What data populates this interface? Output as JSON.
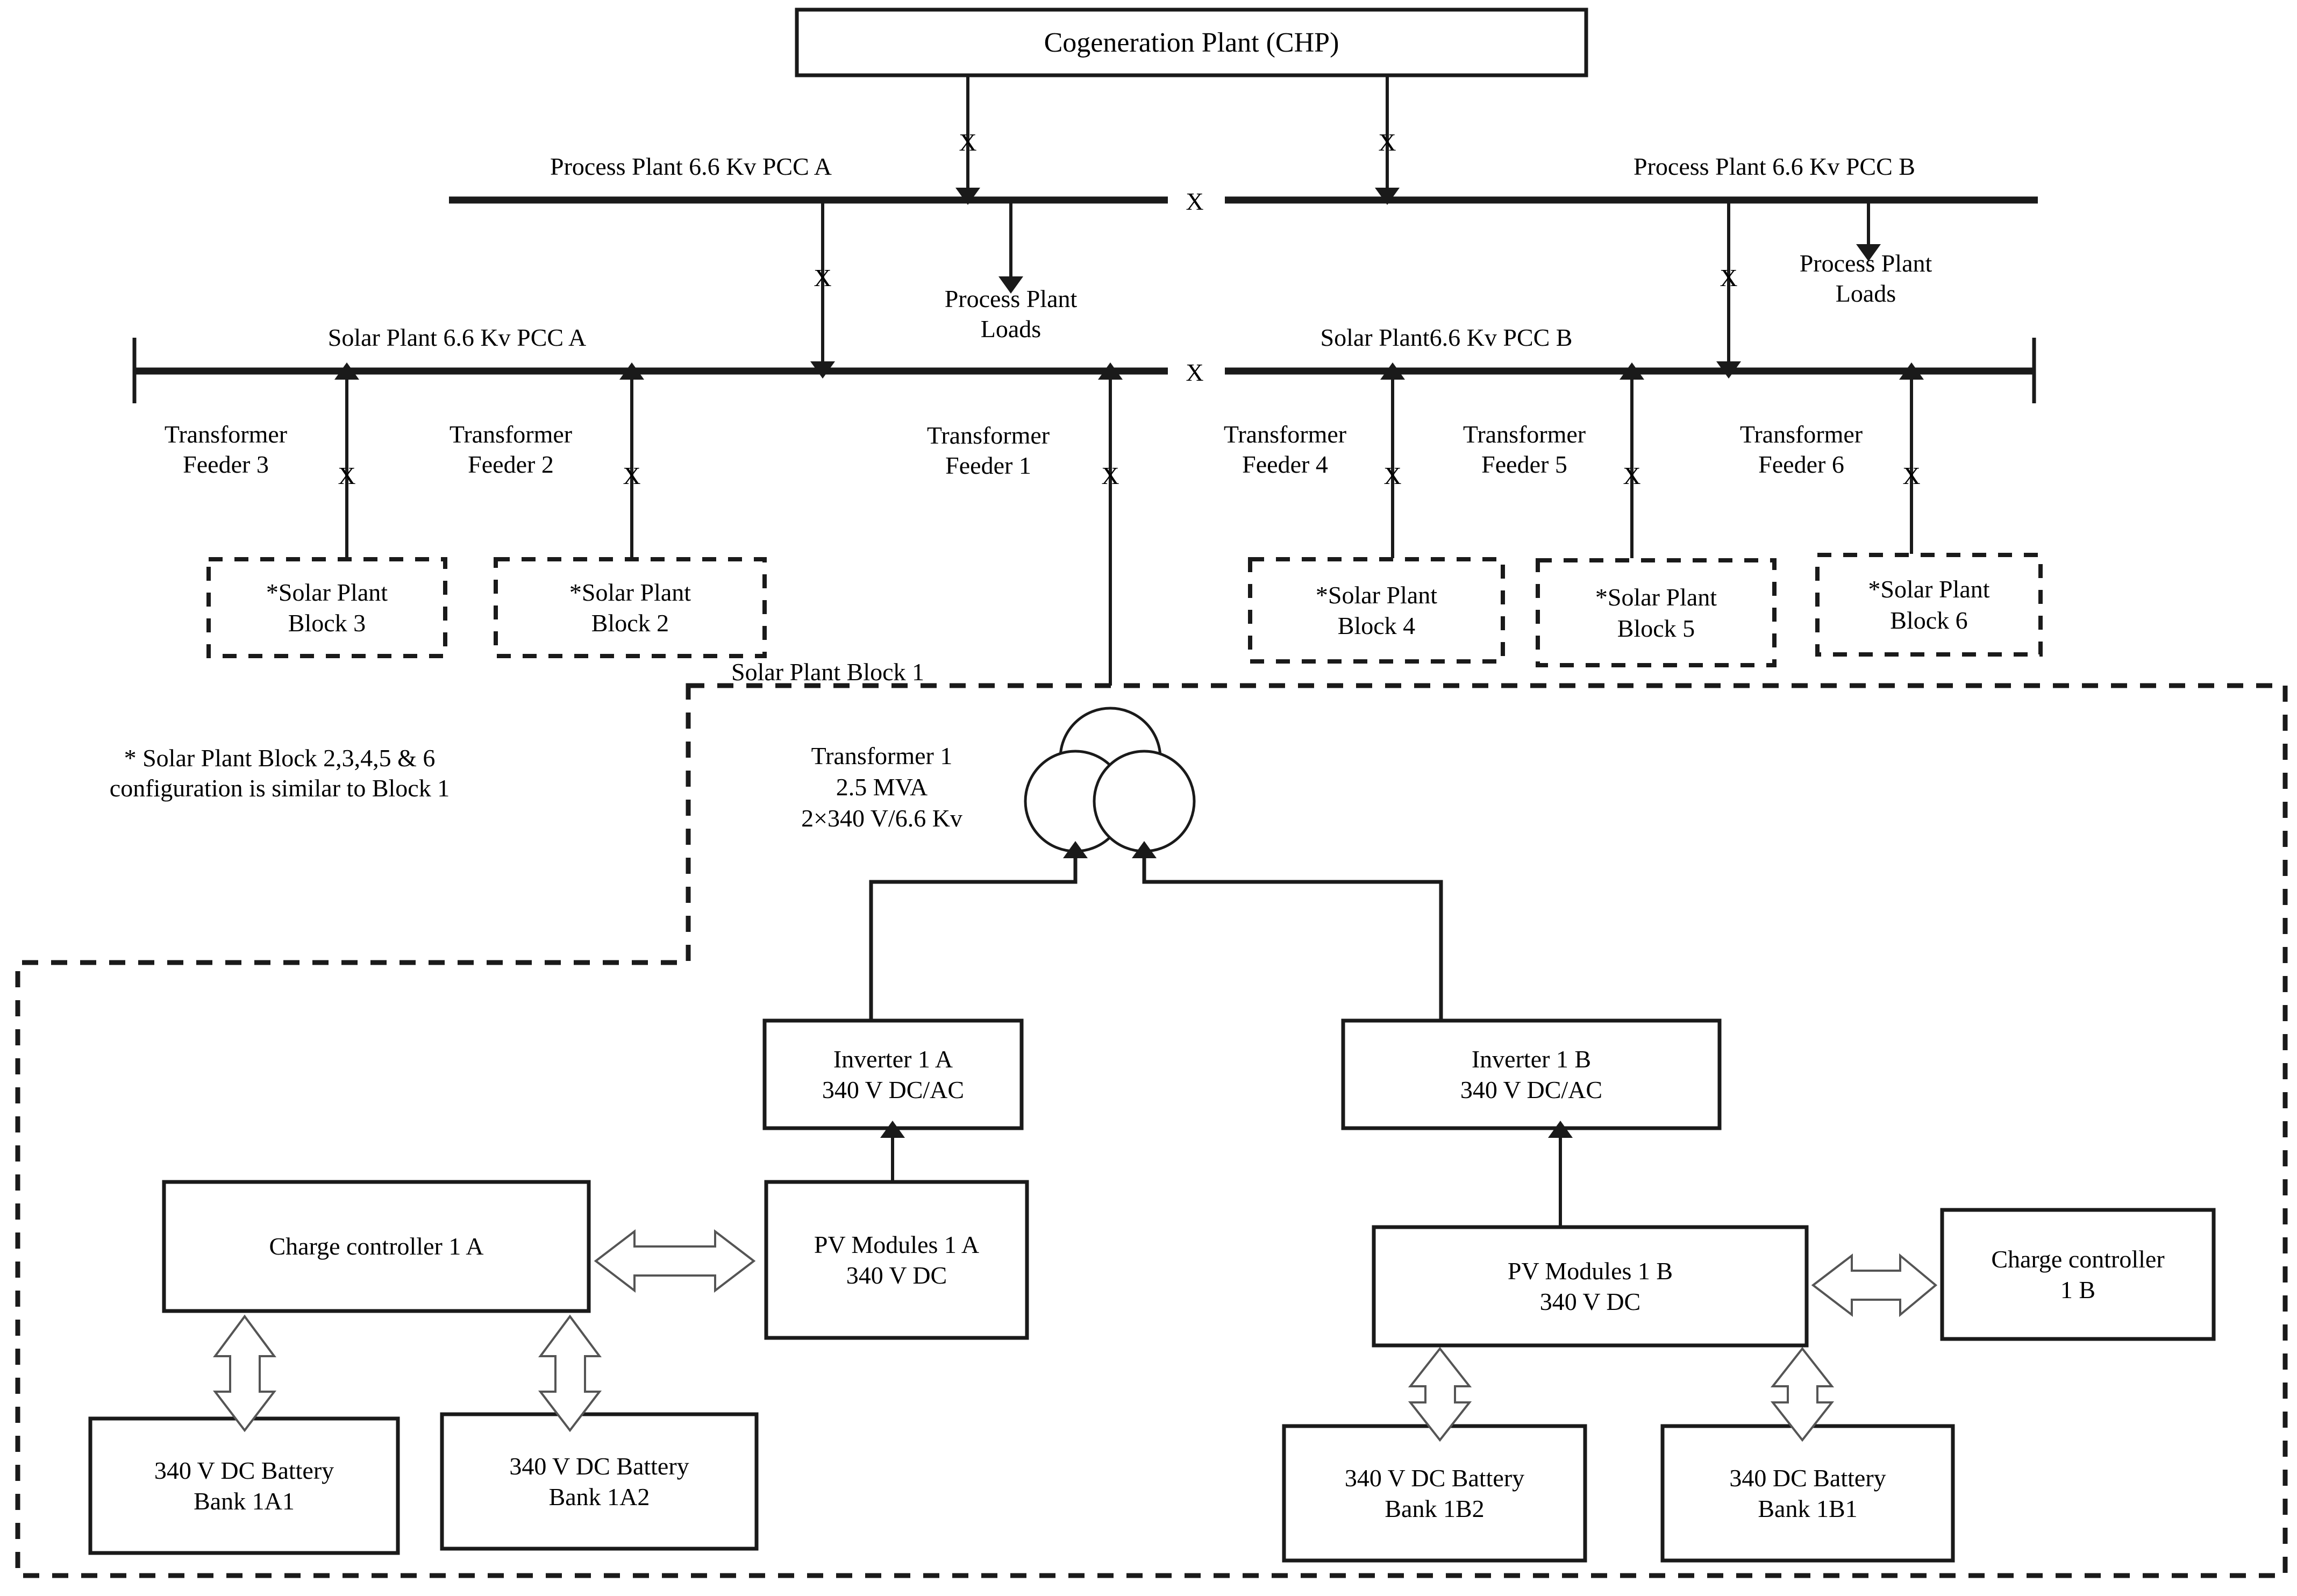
{
  "diagram": {
    "title_node": "Cogeneration Plant (CHP)",
    "buses": {
      "pcc_a_process": "Process Plant 6.6 Kv PCC A",
      "pcc_b_process": "Process Plant 6.6 Kv PCC B",
      "pcc_a_solar": "Solar Plant 6.6 Kv  PCC A",
      "pcc_b_solar": "Solar Plant6.6 Kv PCC B"
    },
    "loads": {
      "load_a": "Process Plant\nLoads",
      "load_b": "Process Plant\nLoads"
    },
    "feeders": [
      {
        "id": "f3",
        "label": "Transformer\nFeeder 3",
        "breaker": "X"
      },
      {
        "id": "f2",
        "label": "Transformer\nFeeder 2",
        "breaker": "X"
      },
      {
        "id": "f1",
        "label": "Transformer\nFeeder 1",
        "breaker": "X"
      },
      {
        "id": "f4",
        "label": "Transformer\nFeeder 4",
        "breaker": "X"
      },
      {
        "id": "f5",
        "label": "Transformer\nFeeder 5",
        "breaker": "X"
      },
      {
        "id": "f6",
        "label": "Transformer\nFeeder 6",
        "breaker": "X"
      }
    ],
    "blocks": [
      {
        "id": "b3",
        "label": "*Solar Plant\nBlock 3"
      },
      {
        "id": "b2",
        "label": "*Solar Plant\nBlock 2"
      },
      {
        "id": "b4",
        "label": "*Solar Plant\nBlock 4"
      },
      {
        "id": "b5",
        "label": "*Solar Plant\nBlock 5"
      },
      {
        "id": "b6",
        "label": "*Solar Plant\nBlock 6"
      }
    ],
    "block1_label": "Solar Plant Block 1",
    "footnote": "* Solar Plant Block 2,3,4,5 & 6\nconfiguration is similar to Block 1",
    "transformer": {
      "name": "Transformer 1",
      "rating": "2.5 MVA",
      "ratio": "2×340 V/6.6 Kv"
    },
    "inverters": [
      {
        "id": "inv1a",
        "label": "Inverter 1 A\n340 V DC/AC"
      },
      {
        "id": "inv1b",
        "label": "Inverter 1 B\n340 V DC/AC"
      }
    ],
    "pv_modules": [
      {
        "id": "pv1a",
        "label": "PV Modules 1 A\n340 V DC"
      },
      {
        "id": "pv1b",
        "label": "PV Modules 1 B\n340 V DC"
      }
    ],
    "charge_controllers": [
      {
        "id": "cc1a",
        "label": "Charge controller 1 A"
      },
      {
        "id": "cc1b",
        "label": "Charge controller\n1 B"
      }
    ],
    "battery_banks": [
      {
        "id": "bb1a1",
        "label": "340 V DC Battery\nBank 1A1"
      },
      {
        "id": "bb1a2",
        "label": "340 V DC Battery\nBank 1A2"
      },
      {
        "id": "bb1b2",
        "label": "340 V DC Battery\nBank 1B2"
      },
      {
        "id": "bb1b1",
        "label": "340 DC Battery\nBank 1B1"
      }
    ],
    "bus_tie_breakers": [
      "X",
      "X"
    ],
    "colors": {
      "line": "#1a1a1a",
      "text": "#000000",
      "background": "#ffffff"
    }
  }
}
